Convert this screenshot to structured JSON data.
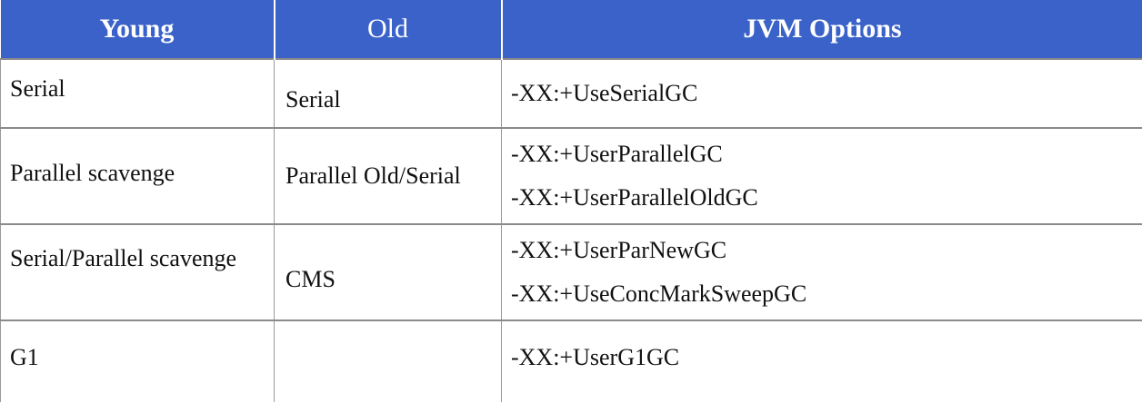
{
  "header": {
    "young": "Young",
    "old": "Old",
    "options": "JVM Options"
  },
  "rows": [
    {
      "young": "Serial",
      "old": "Serial",
      "options": [
        "-XX:+UseSerialGC"
      ]
    },
    {
      "young": "Parallel scavenge",
      "old": "Parallel Old/Serial",
      "options": [
        "-XX:+UserParallelGC",
        "-XX:+UserParallelOldGC"
      ]
    },
    {
      "young": "Serial/Parallel scavenge",
      "old": "CMS",
      "options": [
        "-XX:+UserParNewGC",
        "-XX:+UseConcMarkSweepGC"
      ]
    },
    {
      "young": "G1",
      "old": "",
      "options": [
        "-XX:+UserG1GC"
      ]
    }
  ],
  "colors": {
    "header_bg": "#3a62c8",
    "header_text": "#ffffff",
    "grid": "#8a8a8a"
  }
}
